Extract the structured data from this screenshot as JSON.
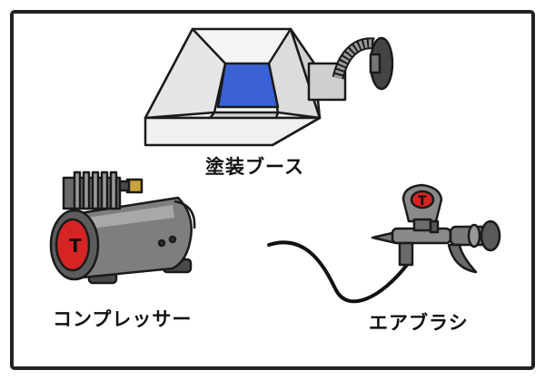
{
  "labels": {
    "booth": "塗装ブース",
    "compressor": "コンプレッサー",
    "airbrush": "エアブラシ"
  },
  "icons": {
    "booth": "paint-booth-icon",
    "compressor": "air-compressor-icon",
    "airbrush": "airbrush-icon",
    "hose": "air-hose"
  },
  "colors": {
    "frame_border": "#222222",
    "booth_screen": "#3a62d6",
    "booth_body": "#f2f2f2",
    "metal_dark": "#5a5a5a",
    "metal_mid": "#8c8c8c",
    "accent_red": "#d62424"
  }
}
